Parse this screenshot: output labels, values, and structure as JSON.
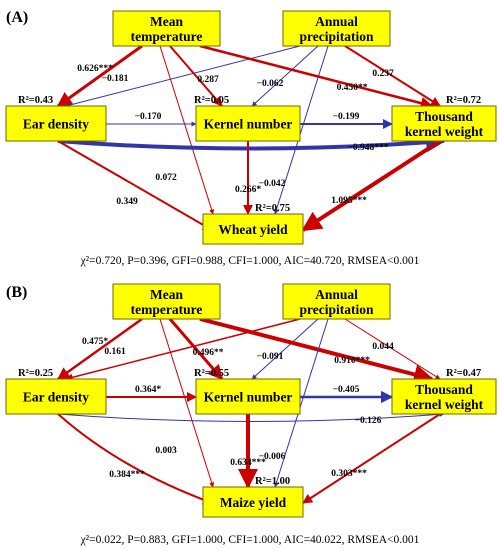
{
  "panels": [
    {
      "label": "(A)",
      "boxes": {
        "temp": [
          "Mean",
          "temperature"
        ],
        "precip": [
          "Annual",
          "precipitation"
        ],
        "ear": [
          "Ear density"
        ],
        "kernel": [
          "Kernel number"
        ],
        "tkw": [
          "Thousand",
          "kernel weight"
        ],
        "yield": [
          "Wheat yield"
        ]
      },
      "r2": {
        "ear": "R²=0.43",
        "kernel": "R²=0.05",
        "tkw": "R²=0.72",
        "yield": "R²=0.75"
      },
      "paths": [
        {
          "from": "temp",
          "to": "ear",
          "coef": "0.626***",
          "sign": "positive",
          "weight": 3
        },
        {
          "from": "precip",
          "to": "ear",
          "coef": "−0.181",
          "sign": "negative",
          "weight": 1
        },
        {
          "from": "temp",
          "to": "kernel",
          "coef": "0.287",
          "sign": "positive",
          "weight": 2
        },
        {
          "from": "precip",
          "to": "kernel",
          "coef": "−0.062",
          "sign": "negative",
          "weight": 1
        },
        {
          "from": "temp",
          "to": "tkw",
          "coef": "0.450**",
          "sign": "positive",
          "weight": 2.5
        },
        {
          "from": "precip",
          "to": "tkw",
          "coef": "0.237",
          "sign": "positive",
          "weight": 2
        },
        {
          "from": "temp",
          "to": "yield",
          "coef": "0.072",
          "sign": "positive",
          "weight": 1
        },
        {
          "from": "precip",
          "to": "yield",
          "coef": "−0.042",
          "sign": "negative",
          "weight": 1
        },
        {
          "from": "ear",
          "to": "kernel",
          "coef": "−0.170",
          "sign": "negative",
          "weight": 1
        },
        {
          "from": "kernel",
          "to": "tkw",
          "coef": "−0.199",
          "sign": "negative",
          "weight": 2
        },
        {
          "from": "ear",
          "to": "tkw",
          "coef": "−0.948***",
          "sign": "negative",
          "weight": 4
        },
        {
          "from": "ear",
          "to": "yield",
          "coef": "0.349",
          "sign": "positive",
          "weight": 2
        },
        {
          "from": "kernel",
          "to": "yield",
          "coef": "0.266*",
          "sign": "positive",
          "weight": 2
        },
        {
          "from": "tkw",
          "to": "yield",
          "coef": "1.095***",
          "sign": "positive",
          "weight": 4
        }
      ],
      "fit": "χ²=0.720, P=0.396, GFI=0.988, CFI=1.000, AIC=40.720, RMSEA<0.001"
    },
    {
      "label": "(B)",
      "boxes": {
        "temp": [
          "Mean",
          "temperature"
        ],
        "precip": [
          "Annual",
          "precipitation"
        ],
        "ear": [
          "Ear density"
        ],
        "kernel": [
          "Kernel number"
        ],
        "tkw": [
          "Thousand",
          "kernel weight"
        ],
        "yield": [
          "Maize yield"
        ]
      },
      "r2": {
        "ear": "R²=0.25",
        "kernel": "R²=0.55",
        "tkw": "R²=0.47",
        "yield": "R²=1.00"
      },
      "paths": [
        {
          "from": "temp",
          "to": "ear",
          "coef": "0.475*",
          "sign": "positive",
          "weight": 2.5
        },
        {
          "from": "precip",
          "to": "ear",
          "coef": "0.161",
          "sign": "positive",
          "weight": 1.5
        },
        {
          "from": "temp",
          "to": "kernel",
          "coef": "0.496**",
          "sign": "positive",
          "weight": 3
        },
        {
          "from": "precip",
          "to": "kernel",
          "coef": "−0.091",
          "sign": "negative",
          "weight": 1
        },
        {
          "from": "temp",
          "to": "tkw",
          "coef": "0.910***",
          "sign": "positive",
          "weight": 4
        },
        {
          "from": "precip",
          "to": "tkw",
          "coef": "0.044",
          "sign": "positive",
          "weight": 1
        },
        {
          "from": "temp",
          "to": "yield",
          "coef": "0.003",
          "sign": "positive",
          "weight": 1
        },
        {
          "from": "precip",
          "to": "yield",
          "coef": "−0.006",
          "sign": "negative",
          "weight": 1
        },
        {
          "from": "ear",
          "to": "kernel",
          "coef": "0.364*",
          "sign": "positive",
          "weight": 2
        },
        {
          "from": "kernel",
          "to": "tkw",
          "coef": "−0.405",
          "sign": "negative",
          "weight": 2.5
        },
        {
          "from": "ear",
          "to": "tkw",
          "coef": "−0.126",
          "sign": "negative",
          "weight": 1
        },
        {
          "from": "ear",
          "to": "yield",
          "coef": "0.384***",
          "sign": "positive",
          "weight": 2
        },
        {
          "from": "kernel",
          "to": "yield",
          "coef": "0.634***",
          "sign": "positive",
          "weight": 4
        },
        {
          "from": "tkw",
          "to": "yield",
          "coef": "0.303***",
          "sign": "positive",
          "weight": 2
        }
      ],
      "fit": "χ²=0.022, P=0.883, GFI=1.000, CFI=1.000, AIC=40.022, RMSEA<0.001"
    }
  ],
  "colors": {
    "positive": "#cc0000",
    "negative": "#3333aa",
    "box_fill": "#ffff00"
  }
}
